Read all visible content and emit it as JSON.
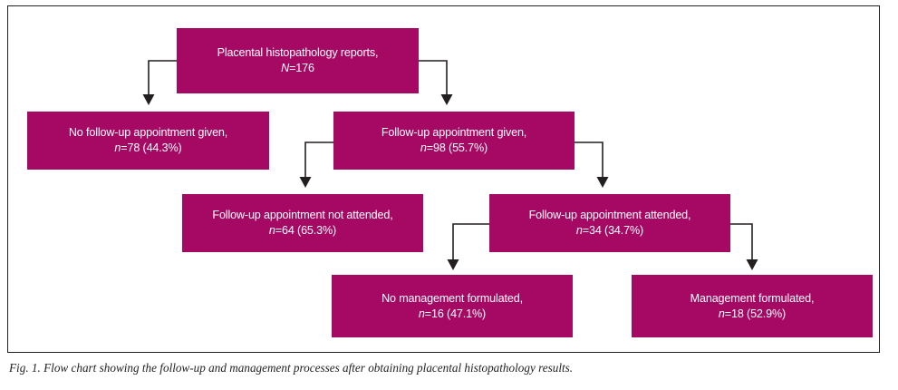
{
  "figure": {
    "caption": "Fig. 1. Flow chart showing the follow-up and management processes after obtaining placental histopathology results.",
    "box_color": "#a50963",
    "box_text_color": "#ffffff",
    "connector_color": "#231f20",
    "frame_color": "#231f20"
  },
  "chart_data": {
    "type": "diagram",
    "title": "Flow chart showing the follow-up and management processes after obtaining placental histopathology results.",
    "nodes": [
      {
        "id": "root",
        "level": 0,
        "label": "Placental histopathology reports,",
        "count_prefix": "N",
        "count": 176,
        "count_text": "=176",
        "value_line": "N=176",
        "percent": null
      },
      {
        "id": "no-followup-given",
        "level": 1,
        "label": "No follow-up appointment given,",
        "count_prefix": "n",
        "count": 78,
        "count_text": "=78 (44.3%)",
        "value_line": "n=78 (44.3%)",
        "percent": 44.3
      },
      {
        "id": "followup-given",
        "level": 1,
        "label": "Follow-up appointment given,",
        "count_prefix": "n",
        "count": 98,
        "count_text": "=98 (55.7%)",
        "value_line": "n=98 (55.7%)",
        "percent": 55.7
      },
      {
        "id": "followup-not-attended",
        "level": 2,
        "label": "Follow-up appointment not attended,",
        "count_prefix": "n",
        "count": 64,
        "count_text": "=64 (65.3%)",
        "value_line": "n=64 (65.3%)",
        "percent": 65.3
      },
      {
        "id": "followup-attended",
        "level": 2,
        "label": "Follow-up appointment attended,",
        "count_prefix": "n",
        "count": 34,
        "count_text": "=34 (34.7%)",
        "value_line": "n=34 (34.7%)",
        "percent": 34.7
      },
      {
        "id": "no-management",
        "level": 3,
        "label": "No management formulated,",
        "count_prefix": "n",
        "count": 16,
        "count_text": "=16 (47.1%)",
        "value_line": "n=16 (47.1%)",
        "percent": 47.1
      },
      {
        "id": "management",
        "level": 3,
        "label": "Management formulated,",
        "count_prefix": "n",
        "count": 18,
        "count_text": "=18 (52.9%)",
        "value_line": "n=18 (52.9%)",
        "percent": 52.9
      }
    ],
    "edges": [
      {
        "from": "root",
        "to": "no-followup-given",
        "side": "left"
      },
      {
        "from": "root",
        "to": "followup-given",
        "side": "right"
      },
      {
        "from": "followup-given",
        "to": "followup-not-attended",
        "side": "left"
      },
      {
        "from": "followup-given",
        "to": "followup-attended",
        "side": "right"
      },
      {
        "from": "followup-attended",
        "to": "no-management",
        "side": "left"
      },
      {
        "from": "followup-attended",
        "to": "management",
        "side": "right"
      }
    ]
  }
}
